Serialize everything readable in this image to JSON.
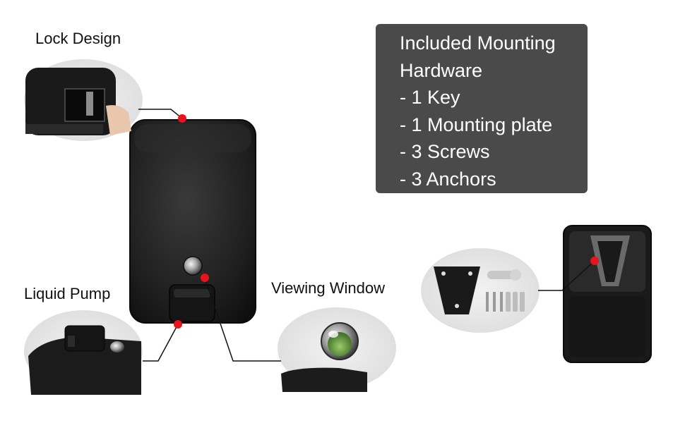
{
  "callouts": {
    "lock_design": "Lock Design",
    "liquid_pump": "Liquid Pump",
    "viewing_window": "Viewing Window"
  },
  "info_box": {
    "lines": [
      "Included Mounting",
      "Hardware",
      "- 1 Key",
      "- 1 Mounting plate",
      "- 3 Screws",
      "- 3 Anchors"
    ]
  },
  "colors": {
    "marker_red": "#e8141c",
    "box_bg": "#4a4a4a",
    "dispenser_body": "#1c1c1c"
  }
}
